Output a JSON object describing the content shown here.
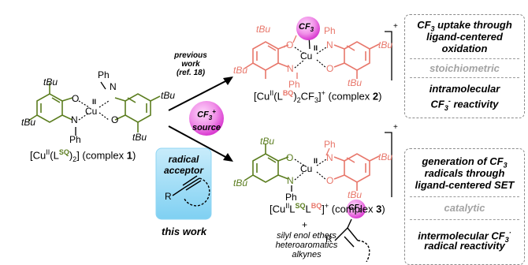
{
  "complex1": {
    "label_prefix": "[Cu",
    "label_ox": "II",
    "label_mid": "(L",
    "label_lig": "SQ",
    "label_suffix": ")",
    "label_sub": "2",
    "label_end": "] (complex ",
    "label_num": "1",
    "label_close": ")"
  },
  "complex2": {
    "label_prefix": "[Cu",
    "label_ox": "II",
    "label_mid": "(L",
    "label_lig": "BQ",
    "label_suffix": ")",
    "label_sub": "2",
    "label_cf": "CF",
    "label_cf_sub": "3",
    "label_end": "]",
    "label_charge": "+",
    "label_complex": " (complex ",
    "label_num": "2",
    "label_close": ")"
  },
  "complex3": {
    "label_prefix": "[Cu",
    "label_ox": "II",
    "label_L": "L",
    "label_lig1": "SQ",
    "label_L2": "L",
    "label_lig2": "BQ",
    "label_end": "]",
    "label_charge": "+",
    "label_complex": " (complex ",
    "label_num": "3",
    "label_close": ")"
  },
  "atoms": {
    "tbu": "tBu",
    "O": "O",
    "N": "N",
    "Ph": "Ph",
    "Cu": "Cu",
    "II": "II",
    "R": "R"
  },
  "previous_work": [
    "previous",
    "work",
    "(ref. 18)"
  ],
  "cf3_source": {
    "line1": "CF",
    "sub": "3",
    "sup": "+",
    "line2": "source"
  },
  "radical_acceptor": [
    "radical",
    "acceptor"
  ],
  "this_work": "this work",
  "cf3_ball": {
    "text": "CF",
    "sub": "3"
  },
  "plus_sign": "+",
  "substrates": [
    "silyl enol ethers",
    "heteroaromatics",
    "alkynes"
  ],
  "panel_top": {
    "line1_a": "CF",
    "line1_sub": "3",
    "line1_b": " uptake through",
    "line2": "ligand-centered",
    "line3": "oxidation",
    "mid": "stoichiometric",
    "line4": "intramolecular",
    "line5_a": "CF",
    "line5_sub": "3",
    "line5_sup": "-",
    "line5_b": " reactivity"
  },
  "panel_bottom": {
    "line1_a": "generation of CF",
    "line1_sub": "3",
    "line2": "radicals through",
    "line3": "ligand-centered SET",
    "mid": "catalytic",
    "line4_a": "intermolecular CF",
    "line4_sub": "3",
    "line4_sup": "·",
    "line5": "radical reactivity"
  },
  "bracket_charge": "+",
  "colors": {
    "green": "#5b7d1f",
    "red": "#e8776b",
    "magenta": "#e03ad3",
    "blue": "#5cc0ec",
    "olive": "#6c8a2a"
  }
}
